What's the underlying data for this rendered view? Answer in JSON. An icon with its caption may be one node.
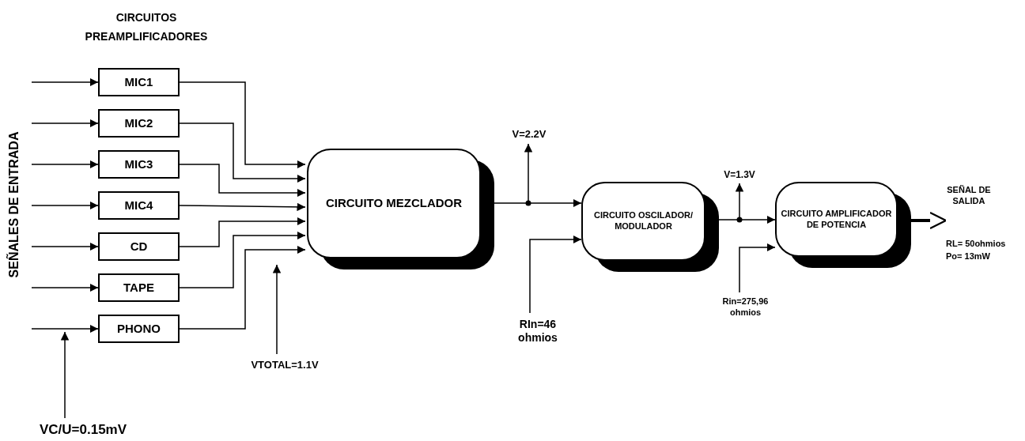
{
  "diagram": {
    "nodes": [
      {
        "text": [
          "MIC1"
        ]
      },
      {
        "text": [
          "MIC2"
        ]
      },
      {
        "text": [
          "MIC3"
        ]
      },
      {
        "text": [
          "MIC4"
        ]
      },
      {
        "text": [
          "CD"
        ]
      },
      {
        "text": [
          "TAPE"
        ]
      },
      {
        "text": [
          "PHONO"
        ]
      },
      {
        "text": [
          "CIRCUITO MEZCLADOR"
        ]
      },
      {
        "text": [
          "CIRCUITO OSCILADOR/ MODULADOR"
        ]
      },
      {
        "text": [
          "CIRCUITO AMPLIFICADOR DE POTENCIA"
        ]
      },
      {
        "text": [
          "VC/U=0.15mV"
        ]
      },
      {
        "text": [
          "VTOTAL=1.1V"
        ]
      },
      {
        "text": [
          "V=2.2V"
        ]
      },
      {
        "text": [
          "RIn=46 ohmios"
        ]
      },
      {
        "text": [
          "V=1.3V"
        ]
      },
      {
        "text": [
          "Rin=275,96 ohmios"
        ]
      },
      {
        "text": [
          "SEÑAL DE SALIDA"
        ]
      }
    ],
    "edges": [
      {
        "from": null,
        "to": 0,
        "arrow": "to"
      },
      {
        "from": null,
        "to": 1,
        "arrow": "to"
      },
      {
        "from": null,
        "to": 2,
        "arrow": "to"
      },
      {
        "from": null,
        "to": 3,
        "arrow": "to"
      },
      {
        "from": null,
        "to": 4,
        "arrow": "to"
      },
      {
        "from": null,
        "to": 5,
        "arrow": "to"
      },
      {
        "from": null,
        "to": 6,
        "arrow": "to"
      },
      {
        "from": 0,
        "to": 7,
        "arrow": "to"
      },
      {
        "from": 1,
        "to": 7,
        "arrow": "to"
      },
      {
        "from": 2,
        "to": 7,
        "arrow": "to"
      },
      {
        "from": 3,
        "to": 7,
        "arrow": "to"
      },
      {
        "from": 4,
        "to": 7,
        "arrow": "to"
      },
      {
        "from": 5,
        "to": 7,
        "arrow": "to"
      },
      {
        "from": 6,
        "to": 7,
        "arrow": "to"
      },
      {
        "from": 10,
        "to": null,
        "arrow": "to"
      },
      {
        "from": 11,
        "to": null,
        "arrow": "to"
      },
      {
        "from": 7,
        "to": 8,
        "arrow": "to"
      },
      {
        "from": null,
        "to": 12,
        "arrow": "to"
      },
      {
        "from": 13,
        "to": 8,
        "arrow": "to"
      },
      {
        "from": 8,
        "to": 9,
        "arrow": "to"
      },
      {
        "from": null,
        "to": 14,
        "arrow": "to"
      },
      {
        "from": 15,
        "to": 9,
        "arrow": "to"
      },
      {
        "from": 9,
        "to": 16,
        "arrow": "to",
        "style": "thick"
      }
    ],
    "labels": [
      "CIRCUITOS PREAMPLIFICADORES",
      "SEÑALES DE ENTRADA",
      "RL= 50ohmios",
      "Po= 13mW"
    ]
  }
}
